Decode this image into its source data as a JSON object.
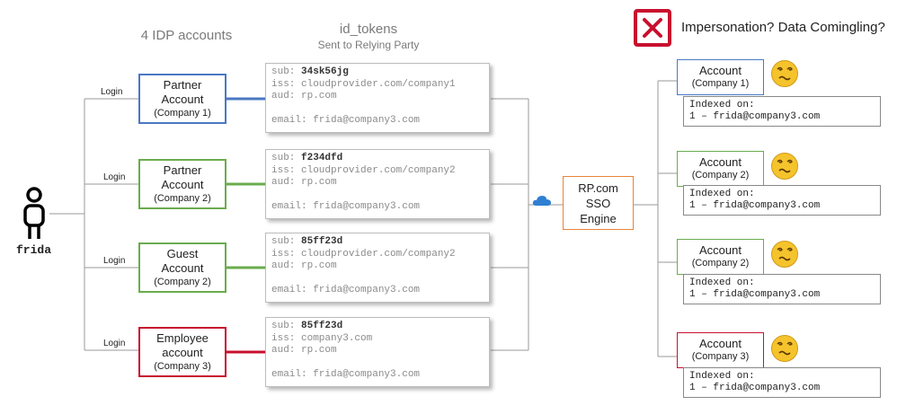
{
  "headers": {
    "idp_accounts": "4 IDP accounts",
    "id_tokens": "id_tokens",
    "id_tokens_sub": "Sent to Relying Party",
    "problem": "Impersonation? Data Comingling?"
  },
  "user": {
    "name": "frida"
  },
  "login_label": "Login",
  "idp_accounts": [
    {
      "line1": "Partner",
      "line2": "Account",
      "line3": "(Company 1)",
      "color": "#4a78c2"
    },
    {
      "line1": "Partner",
      "line2": "Account",
      "line3": "(Company 2)",
      "color": "#6aac4e"
    },
    {
      "line1": "Guest",
      "line2": "Account",
      "line3": "(Company 2)",
      "color": "#6aac4e"
    },
    {
      "line1": "Employee",
      "line2": "account",
      "line3": "(Company 3)",
      "color": "#c8102e"
    }
  ],
  "tokens": [
    {
      "sub_label": "sub: ",
      "sub_value": "34sk56jg",
      "iss": "iss: cloudprovider.com/company1",
      "aud": "aud: rp.com",
      "email": "email: frida@company3.com"
    },
    {
      "sub_label": "sub: ",
      "sub_value": "f234dfd",
      "iss": "iss: cloudprovider.com/company2",
      "aud": "aud: rp.com",
      "email": "email: frida@company3.com"
    },
    {
      "sub_label": "sub: ",
      "sub_value": "85ff23d",
      "iss": "iss: cloudprovider.com/company2",
      "aud": "aud: rp.com",
      "email": "email: frida@company3.com"
    },
    {
      "sub_label": "sub: ",
      "sub_value": "85ff23d",
      "iss": "iss: company3.com",
      "aud": "aud: rp.com",
      "email": "email: frida@company3.com"
    }
  ],
  "rp": {
    "line1": "RP.com",
    "line2": "SSO",
    "line3": "Engine"
  },
  "rp_accounts": [
    {
      "title": "Account",
      "company": "(Company 1)",
      "color": "#4a78c2",
      "indexed_label": "Indexed on:",
      "indexed_value": "1 – frida@company3.com"
    },
    {
      "title": "Account",
      "company": "(Company 2)",
      "color": "#6aac4e",
      "indexed_label": "Indexed on:",
      "indexed_value": "1 – frida@company3.com"
    },
    {
      "title": "Account",
      "company": "(Company 2)",
      "color": "#6aac4e",
      "indexed_label": "Indexed on:",
      "indexed_value": "1 – frida@company3.com"
    },
    {
      "title": "Account",
      "company": "(Company 3)",
      "color": "#c8102e",
      "indexed_label": "Indexed on:",
      "indexed_value": "1 – frida@company3.com"
    }
  ],
  "icons": {
    "error": "red-x-icon",
    "dizzy": "dizzy-face-emoji",
    "cloud": "cloud-icon",
    "person": "person-icon"
  },
  "colors": {
    "rp_border": "#e8843a",
    "cloud": "#2f7fd3"
  }
}
